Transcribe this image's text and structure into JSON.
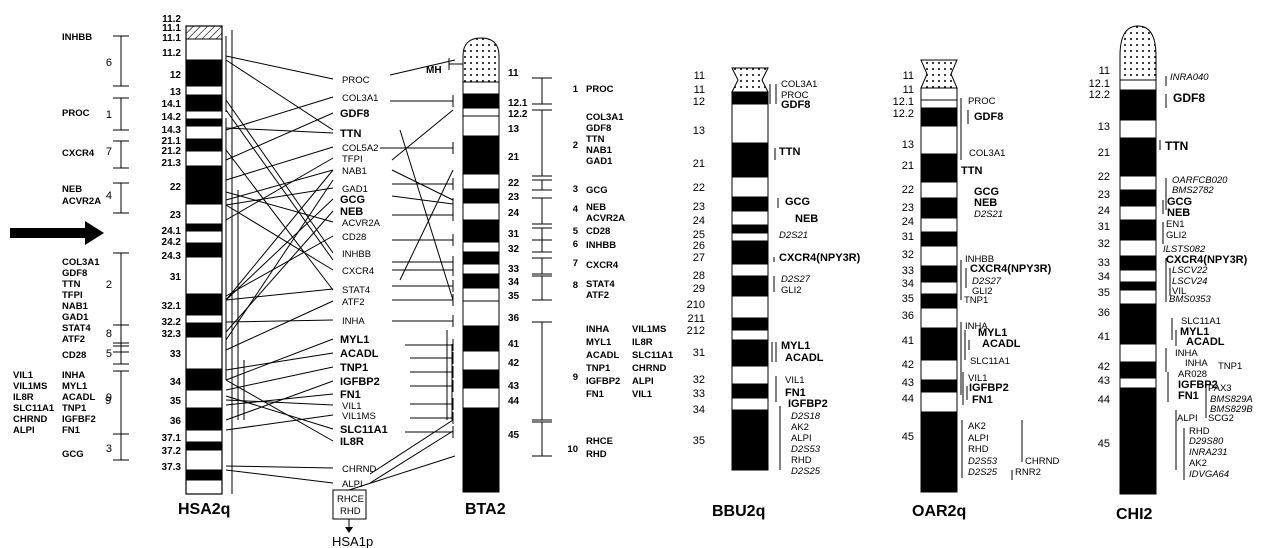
{
  "chromosomes": {
    "hsa": {
      "title": "HSA2q",
      "bands": [
        "11.2",
        "11.1",
        "11.1",
        "11.2",
        "12",
        "13",
        "14.1",
        "14.2",
        "14.3",
        "21.1",
        "21.2",
        "21.3",
        "22",
        "23",
        "24.1",
        "24.2",
        "24.3",
        "31",
        "32.1",
        "32.2",
        "32.3",
        "33",
        "34",
        "35",
        "36",
        "37.1",
        "37.2",
        "37.3"
      ],
      "groups": [
        {
          "num": "6",
          "genes": [
            "INHBB"
          ]
        },
        {
          "num": "1",
          "genes": [
            "PROC"
          ]
        },
        {
          "num": "7",
          "genes": [
            "CXCR4"
          ]
        },
        {
          "num": "4",
          "genes": [
            "NEB",
            "ACVR2A"
          ]
        },
        {
          "num": "2",
          "genes": [
            "COL3A1",
            "GDF8",
            "TTN",
            "TFPI",
            "NAB1",
            "GAD1"
          ]
        },
        {
          "num": "8",
          "genes": [
            "STAT4",
            "ATF2"
          ]
        },
        {
          "num": "5",
          "genes": [
            "CD28"
          ]
        },
        {
          "num": "9",
          "genes": [
            "INHA",
            "MYL1",
            "ACADL",
            "TNP1",
            "IGFBF2",
            "FN1"
          ]
        },
        {
          "num": "9",
          "genes": [
            "VIL1",
            "VIL1MS",
            "IL8R",
            "SLC11A1",
            "CHRND",
            "ALPI"
          ]
        },
        {
          "num": "3",
          "genes": [
            "GCG"
          ]
        }
      ],
      "extra_box": [
        "RHCE",
        "RHD"
      ],
      "extra_label": "HSA1p"
    },
    "mid_genes": [
      {
        "t": "PROC",
        "s": "n"
      },
      {
        "t": "COL3A1",
        "s": "n"
      },
      {
        "t": "GDF8",
        "s": "b"
      },
      {
        "t": "TTN",
        "s": "b"
      },
      {
        "t": "COL5A2",
        "s": "n"
      },
      {
        "t": "TFPI",
        "s": "n"
      },
      {
        "t": "NAB1",
        "s": "n"
      },
      {
        "t": "GAD1",
        "s": "n"
      },
      {
        "t": "GCG",
        "s": "b"
      },
      {
        "t": "NEB",
        "s": "b"
      },
      {
        "t": "ACVR2A",
        "s": "n"
      },
      {
        "t": "CD28",
        "s": "n"
      },
      {
        "t": "INHBB",
        "s": "n"
      },
      {
        "t": "CXCR4",
        "s": "n"
      },
      {
        "t": "STAT4",
        "s": "n"
      },
      {
        "t": "ATF2",
        "s": "n"
      },
      {
        "t": "INHA",
        "s": "n"
      },
      {
        "t": "MYL1",
        "s": "b"
      },
      {
        "t": "ACADL",
        "s": "b"
      },
      {
        "t": "TNP1",
        "s": "b"
      },
      {
        "t": "IGFBP2",
        "s": "b"
      },
      {
        "t": "FN1",
        "s": "b"
      },
      {
        "t": "VIL1",
        "s": "n"
      },
      {
        "t": "VIL1MS",
        "s": "n"
      },
      {
        "t": "SLC11A1",
        "s": "b"
      },
      {
        "t": "IL8R",
        "s": "b"
      },
      {
        "t": "CHRND",
        "s": "n"
      },
      {
        "t": "ALPI",
        "s": "n"
      }
    ],
    "bta": {
      "title": "BTA2",
      "mh_label": "MH",
      "bands": [
        "11",
        "12.1",
        "12.2",
        "13",
        "21",
        "22",
        "23",
        "24",
        "31",
        "32",
        "33",
        "34",
        "35",
        "36",
        "41",
        "42",
        "43",
        "44",
        "45"
      ],
      "groups": [
        {
          "num": "1",
          "genes": [
            "PROC"
          ]
        },
        {
          "num": "2",
          "genes": [
            "COL3A1",
            "GDF8",
            "TTN",
            "NAB1",
            "GAD1"
          ]
        },
        {
          "num": "3",
          "genes": [
            "GCG"
          ]
        },
        {
          "num": "4",
          "genes": [
            "NEB",
            "ACVR2A"
          ]
        },
        {
          "num": "5",
          "genes": [
            "CD28"
          ]
        },
        {
          "num": "6",
          "genes": [
            "INHBB"
          ]
        },
        {
          "num": "7",
          "genes": [
            "CXCR4"
          ]
        },
        {
          "num": "8",
          "genes": [
            "STAT4",
            "ATF2"
          ]
        },
        {
          "num": "9",
          "genes": [
            "INHA",
            "MYL1",
            "ACADL",
            "TNP1",
            "IGFBP2",
            "FN1"
          ],
          "genes2": [
            "VIL1MS",
            "IL8R",
            "SLC11A1",
            "CHRND",
            "ALPI",
            "VIL1"
          ]
        },
        {
          "num": "10",
          "genes": [
            "RHCE",
            "RHD"
          ]
        }
      ]
    },
    "bbu": {
      "title": "BBU2q",
      "bands": [
        "11",
        "11",
        "12",
        "13",
        "21",
        "22",
        "23",
        "24",
        "25",
        "26",
        "27",
        "28",
        "29",
        "210",
        "211",
        "212",
        "31",
        "32",
        "33",
        "34",
        "35"
      ],
      "genes": [
        "COL3A1",
        "PROC",
        "GDF8",
        "TTN",
        "GCG",
        "NEB",
        "D2S21",
        "CXCR4(NPY3R)",
        "D2S27",
        "GLI2",
        "MYL1",
        "ACADL",
        "VIL1",
        "FN1",
        "IGFBP2",
        "D2S18",
        "AK2",
        "ALPI",
        "D2S53",
        "RHD",
        "D2S25"
      ]
    },
    "oar": {
      "title": "OAR2q",
      "bands": [
        "11",
        "11",
        "12.1",
        "12.2",
        "13",
        "21",
        "22",
        "23",
        "24",
        "31",
        "32",
        "33",
        "34",
        "35",
        "36",
        "41",
        "42",
        "43",
        "44",
        "45"
      ],
      "genes": [
        "PROC",
        "GDF8",
        "COL3A1",
        "TTN",
        "GCG",
        "NEB",
        "D2S21",
        "INHBB",
        "CXCR4(NPY3R)",
        "D2S27",
        "GLI2",
        "TNP1",
        "INHA",
        "MYL1",
        "ACADL",
        "SLC11A1",
        "VIL1",
        "IGFBP2",
        "FN1",
        "AK2",
        "ALPI",
        "RHD",
        "D2S53",
        "D2S25",
        "CHRND",
        "RNR2"
      ]
    },
    "chi": {
      "title": "CHI2",
      "bands": [
        "11",
        "12.1",
        "12.2",
        "13",
        "21",
        "22",
        "23",
        "24",
        "31",
        "32",
        "33",
        "34",
        "35",
        "36",
        "41",
        "42",
        "43",
        "44",
        "45"
      ],
      "genes": [
        "INRA040",
        "GDF8",
        "TTN",
        "OARFCB020",
        "BMS2782",
        "GCG",
        "NEB",
        "EN1",
        "GLI2",
        "ILSTS082",
        "CXCR4(NPY3R)",
        "LSCV22",
        "LSCV24",
        "VIL",
        "BMS0353",
        "SLC11A1",
        "MYL1",
        "ACADL",
        "INHA",
        "INHA",
        "TNP1",
        "AR028",
        "IGFBP2",
        "FN1",
        "PAX3",
        "BMS829A",
        "BMS829B",
        "SCG2",
        "ALPI",
        "RHD",
        "D29S80",
        "INRA231",
        "AK2",
        "IDVGA64"
      ]
    }
  }
}
